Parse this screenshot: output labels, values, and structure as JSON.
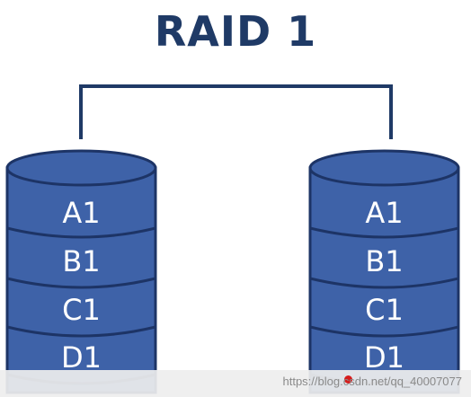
{
  "title": "RAID 1",
  "disks": [
    {
      "blocks": [
        "A1",
        "B1",
        "C1",
        "D1"
      ]
    },
    {
      "blocks": [
        "A1",
        "B1",
        "C1",
        "D1"
      ]
    }
  ],
  "watermark": "https://blog.csdn.net/qq_40007077",
  "colors": {
    "title": "#1f3a66",
    "connector": "#1f3a66",
    "disk_fill": "#3e62a8",
    "disk_outline": "#1d3466",
    "block_text": "#ffffff",
    "marker": "#d61c1c"
  }
}
